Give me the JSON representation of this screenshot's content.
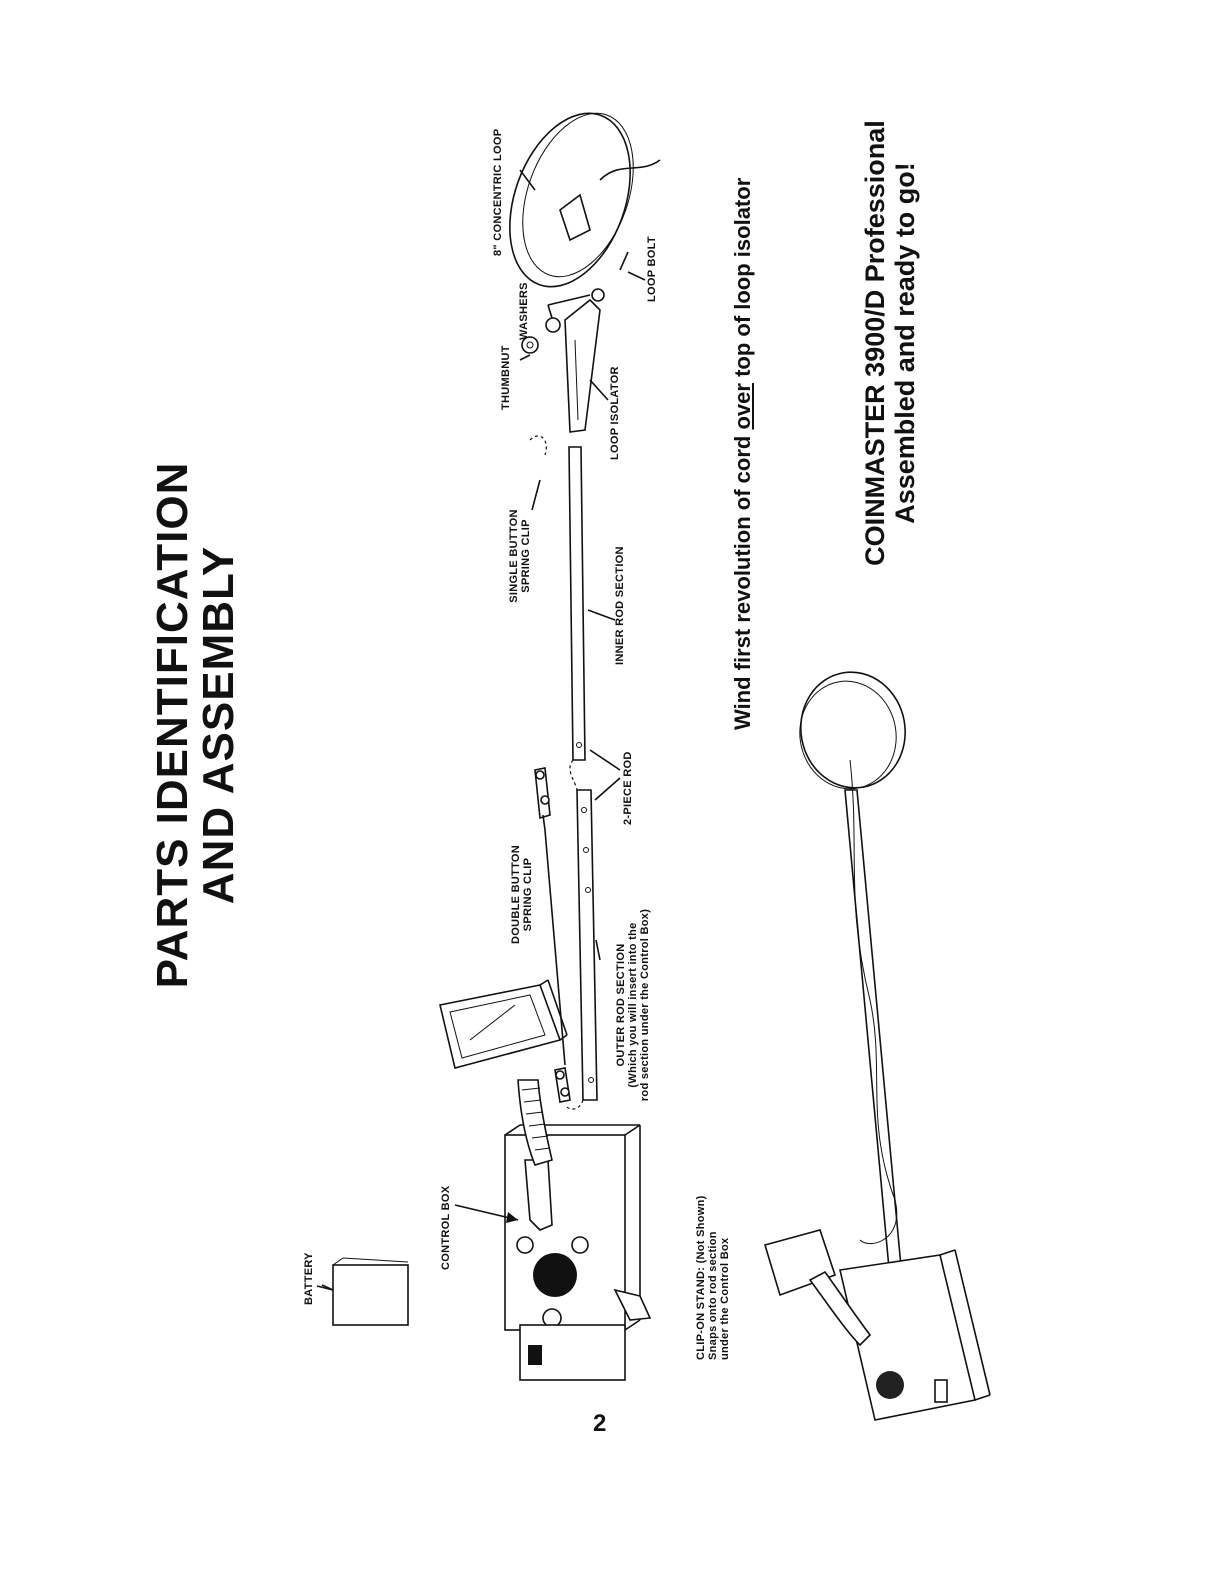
{
  "title": {
    "line1": "PARTS IDENTIFICATION",
    "line2": "AND ASSEMBLY"
  },
  "labels": {
    "battery": "BATTERY",
    "control_box": "CONTROL BOX",
    "clip_on_stand": [
      "CLIP-ON STAND: (Not Shown)",
      "Snaps onto rod section",
      "under the Control Box"
    ],
    "outer_rod": [
      "OUTER ROD SECTION",
      "(Which you will insert into the",
      "rod section under the Control Box)"
    ],
    "double_button": [
      "DOUBLE BUTTON",
      "SPRING CLIP"
    ],
    "two_piece_rod": "2-PIECE ROD",
    "inner_rod": "INNER ROD SECTION",
    "single_button": [
      "SINGLE BUTTON",
      "SPRING CLIP"
    ],
    "loop_isolator": "LOOP ISOLATOR",
    "thumbnut": "THUMBNUT",
    "washers": "WASHERS",
    "loop_bolt": "LOOP BOLT",
    "concentric_loop": "8\" CONCENTRIC LOOP"
  },
  "instruction": {
    "before": "Wind first revolution of cord ",
    "emph": "over",
    "after": " top of loop isolator"
  },
  "caption": {
    "line1": "COINMASTER 3900/D Professional",
    "line2": "Assembled and ready to go!"
  },
  "page_number": "2"
}
